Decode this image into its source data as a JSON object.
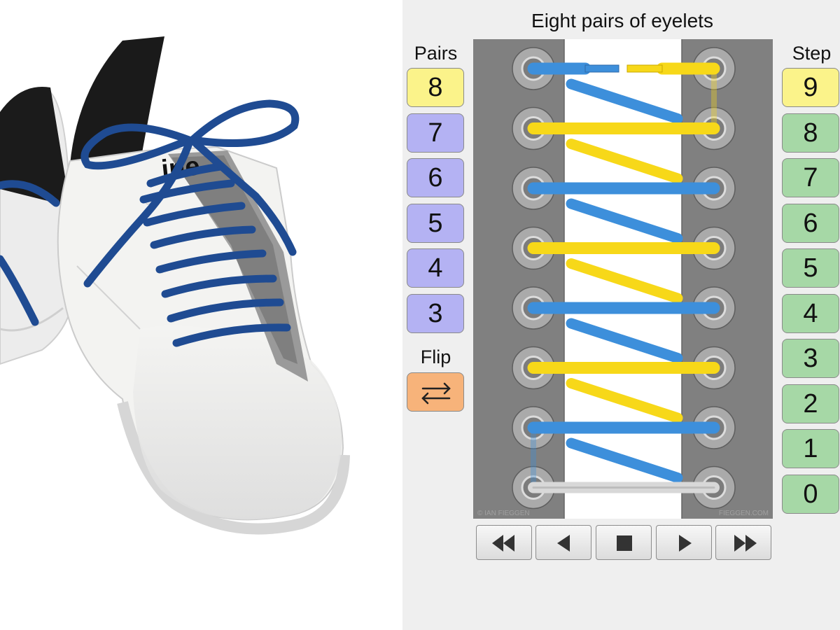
{
  "photo": {
    "shoe_print": "ine"
  },
  "app": {
    "title": "Eight pairs of eyelets",
    "pairs_label": "Pairs",
    "step_label": "Step",
    "flip_label": "Flip",
    "pairs_options": [
      "8",
      "7",
      "6",
      "5",
      "4",
      "3"
    ],
    "pairs_selected": "8",
    "steps": [
      "9",
      "8",
      "7",
      "6",
      "5",
      "4",
      "3",
      "2",
      "1",
      "0"
    ],
    "step_selected": "9",
    "controls": [
      "rewind-to-start",
      "step-back",
      "stop",
      "step-forward",
      "fast-forward"
    ],
    "credit_left": "© IAN FIEGGEN",
    "credit_right": "FIEGGEN.COM",
    "colors": {
      "lace_blue": "#3d8fdb",
      "lace_yellow": "#f7d819",
      "pairs_button": "#b4b2f3",
      "step_button": "#a6d8a6",
      "active_button": "#fbf38a",
      "flip_button": "#f7b37a"
    }
  }
}
